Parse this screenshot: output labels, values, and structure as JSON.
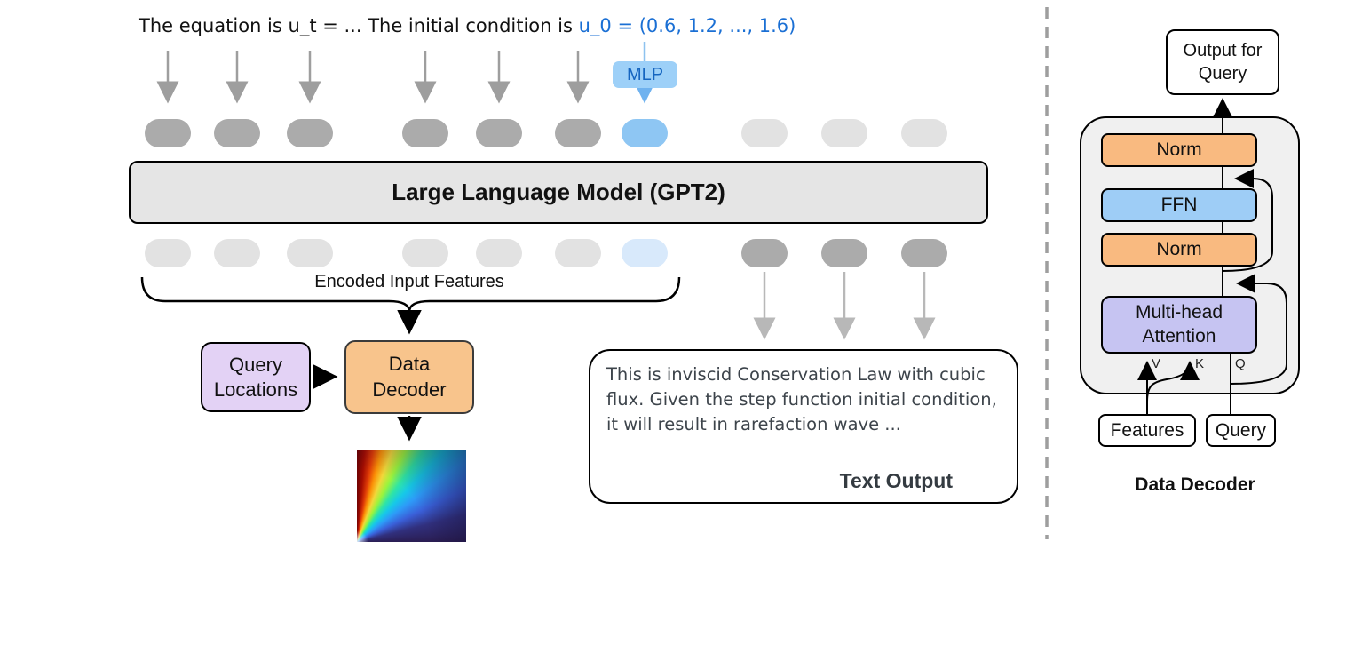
{
  "sentence": {
    "black": "The equation is u_t = ... The initial condition is ",
    "blue": "u_0 = (0.6, 1.2, ..., 1.6)"
  },
  "mlp_label": "MLP",
  "llm_label": "Large Language Model (GPT2)",
  "encoded_features_label": "Encoded Input Features",
  "query_locations_label": "Query\nLocations",
  "data_decoder_label": "Data\nDecoder",
  "text_output": {
    "body": "This is inviscid Conservation Law with cubic flux. Given the step function initial condition, it will result in rarefaction wave ...",
    "caption": "Text Output"
  },
  "tokens": {
    "top": [
      "dark",
      "dark",
      "dark",
      "dark",
      "dark",
      "dark",
      "active",
      "light",
      "light",
      "light"
    ],
    "bottom": [
      "light",
      "light",
      "light",
      "light",
      "light",
      "light",
      "active-light",
      "dark",
      "dark",
      "dark"
    ]
  },
  "right_panel": {
    "output_for_query": "Output for\nQuery",
    "norm_top": "Norm",
    "ffn": "FFN",
    "norm_bottom": "Norm",
    "mha": "Multi-head\nAttention",
    "v_label": "V",
    "k_label": "K",
    "q_label": "Q",
    "features": "Features",
    "query": "Query",
    "caption": "Data Decoder"
  },
  "colors": {
    "accent_blue_text": "#1a6fd4",
    "mlp_fill": "#9dd0f8",
    "token_dark": "#ababab",
    "token_light": "#e2e2e2",
    "token_active": "#8ec6f3",
    "token_active_light": "#d8e9fb",
    "llm_fill": "#e5e5e5",
    "orange_fill": "#f8c48c",
    "purple_fill": "#e3d2f5",
    "lavender_fill": "#c6c4f2",
    "ffn_fill": "#9ecdf6",
    "panel_fill": "#f0f0f0",
    "arrow_gray": "#9e9e9e"
  }
}
